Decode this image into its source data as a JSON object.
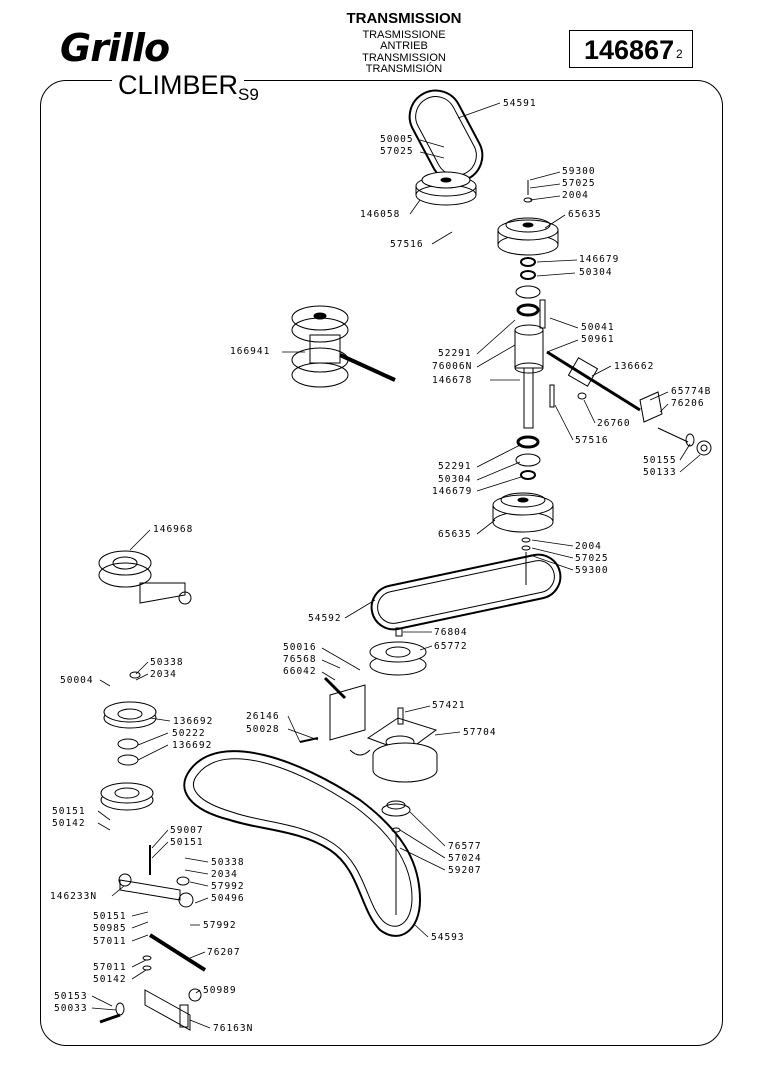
{
  "header": {
    "brand_logo": "Grillo",
    "model": "CLIMBER",
    "variant": "S9",
    "title": "TRANSMISSION",
    "translations": [
      "TRASMISSIONE",
      "ANTRIEB",
      "TRANSMISSION",
      "TRANSMISIÓN"
    ],
    "part_number": "146867",
    "sheet": "2"
  },
  "callouts": [
    {
      "id": "c54591",
      "text": "54591"
    },
    {
      "id": "c50005",
      "text": "50005"
    },
    {
      "id": "c57025a",
      "text": "57025"
    },
    {
      "id": "c59300a",
      "text": "59300"
    },
    {
      "id": "c57025b",
      "text": "57025"
    },
    {
      "id": "c2004a",
      "text": "2004"
    },
    {
      "id": "c146058",
      "text": "146058"
    },
    {
      "id": "c65635a",
      "text": "65635"
    },
    {
      "id": "c57516a",
      "text": "57516"
    },
    {
      "id": "c146679a",
      "text": "146679"
    },
    {
      "id": "c50304a",
      "text": "50304"
    },
    {
      "id": "c50041",
      "text": "50041"
    },
    {
      "id": "c50961",
      "text": "50961"
    },
    {
      "id": "c166941",
      "text": "166941"
    },
    {
      "id": "c52291a",
      "text": "52291"
    },
    {
      "id": "c76006N",
      "text": "76006N"
    },
    {
      "id": "c136662",
      "text": "136662"
    },
    {
      "id": "c146678",
      "text": "146678"
    },
    {
      "id": "c65774B",
      "text": "65774B"
    },
    {
      "id": "c76206",
      "text": "76206"
    },
    {
      "id": "c26760",
      "text": "26760"
    },
    {
      "id": "c57516b",
      "text": "57516"
    },
    {
      "id": "c52291b",
      "text": "52291"
    },
    {
      "id": "c50155",
      "text": "50155"
    },
    {
      "id": "c50133",
      "text": "50133"
    },
    {
      "id": "c50304b",
      "text": "50304"
    },
    {
      "id": "c146679b",
      "text": "146679"
    },
    {
      "id": "c146968",
      "text": "146968"
    },
    {
      "id": "c65635b",
      "text": "65635"
    },
    {
      "id": "c2004b",
      "text": "2004"
    },
    {
      "id": "c57025c",
      "text": "57025"
    },
    {
      "id": "c59300b",
      "text": "59300"
    },
    {
      "id": "c54592",
      "text": "54592"
    },
    {
      "id": "c76804",
      "text": "76804"
    },
    {
      "id": "c50016",
      "text": "50016"
    },
    {
      "id": "c65772",
      "text": "65772"
    },
    {
      "id": "c76568",
      "text": "76568"
    },
    {
      "id": "c66042",
      "text": "66042"
    },
    {
      "id": "c50338a",
      "text": "50338"
    },
    {
      "id": "c50004",
      "text": "50004"
    },
    {
      "id": "c2034a",
      "text": "2034"
    },
    {
      "id": "c57421",
      "text": "57421"
    },
    {
      "id": "c26146",
      "text": "26146"
    },
    {
      "id": "c50028",
      "text": "50028"
    },
    {
      "id": "c57704",
      "text": "57704"
    },
    {
      "id": "c136692a",
      "text": "136692"
    },
    {
      "id": "c50222",
      "text": "50222"
    },
    {
      "id": "c136692b",
      "text": "136692"
    },
    {
      "id": "c50151a",
      "text": "50151"
    },
    {
      "id": "c50142a",
      "text": "50142"
    },
    {
      "id": "c76577",
      "text": "76577"
    },
    {
      "id": "c57024",
      "text": "57024"
    },
    {
      "id": "c59207",
      "text": "59207"
    },
    {
      "id": "c59007",
      "text": "59007"
    },
    {
      "id": "c50151b",
      "text": "50151"
    },
    {
      "id": "c50338b",
      "text": "50338"
    },
    {
      "id": "c2034b",
      "text": "2034"
    },
    {
      "id": "c146233N",
      "text": "146233N"
    },
    {
      "id": "c57992a",
      "text": "57992"
    },
    {
      "id": "c50496",
      "text": "50496"
    },
    {
      "id": "c50151c",
      "text": "50151"
    },
    {
      "id": "c50985",
      "text": "50985"
    },
    {
      "id": "c57992b",
      "text": "57992"
    },
    {
      "id": "c57011a",
      "text": "57011"
    },
    {
      "id": "c76207",
      "text": "76207"
    },
    {
      "id": "c57011b",
      "text": "57011"
    },
    {
      "id": "c50142b",
      "text": "50142"
    },
    {
      "id": "c54593",
      "text": "54593"
    },
    {
      "id": "c50989",
      "text": "50989"
    },
    {
      "id": "c50153",
      "text": "50153"
    },
    {
      "id": "c50033",
      "text": "50033"
    },
    {
      "id": "c76163N",
      "text": "76163N"
    }
  ]
}
